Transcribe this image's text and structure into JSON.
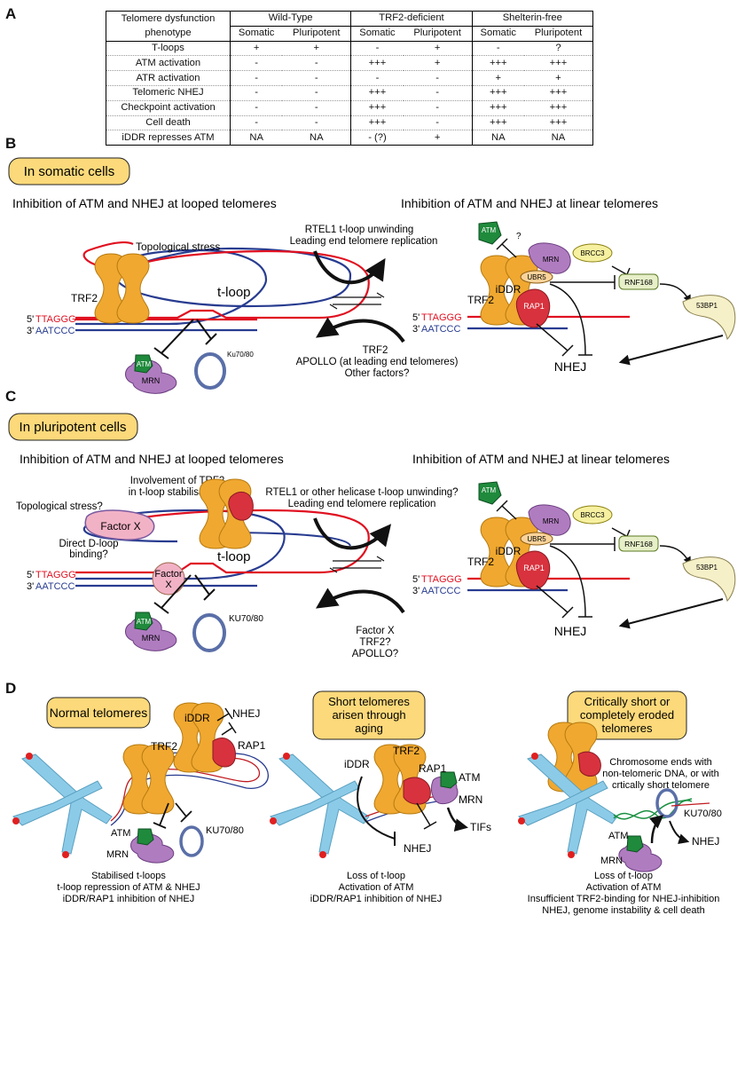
{
  "panels": {
    "A": "A",
    "B": "B",
    "C": "C",
    "D": "D"
  },
  "table": {
    "header_label": [
      "Telomere dysfunction",
      "phenotype"
    ],
    "groups": [
      "Wild-Type",
      "TRF2-deficient",
      "Shelterin-free"
    ],
    "subheaders": [
      "Somatic",
      "Pluripotent",
      "Somatic",
      "Pluripotent",
      "Somatic",
      "Pluripotent"
    ],
    "rows": [
      {
        "label": "T-loops",
        "cells": [
          "+",
          "+",
          "-",
          "+",
          "-",
          "?"
        ]
      },
      {
        "label": "ATM activation",
        "cells": [
          "-",
          "-",
          "+++",
          "+",
          "+++",
          "+++"
        ]
      },
      {
        "label": "ATR activation",
        "cells": [
          "-",
          "-",
          "-",
          "-",
          "+",
          "+"
        ]
      },
      {
        "label": "Telomeric NHEJ",
        "cells": [
          "-",
          "-",
          "+++",
          "-",
          "+++",
          "+++"
        ]
      },
      {
        "label": "Checkpoint activation",
        "cells": [
          "-",
          "-",
          "+++",
          "-",
          "+++",
          "+++"
        ]
      },
      {
        "label": "Cell death",
        "cells": [
          "-",
          "-",
          "+++",
          "-",
          "+++",
          "+++"
        ]
      },
      {
        "label": "iDDR represses ATM",
        "cells": [
          "NA",
          "NA",
          "- (?)",
          "+",
          "NA",
          "NA"
        ]
      }
    ]
  },
  "panelB": {
    "box": "In somatic cells",
    "left_title": "Inhibition of ATM and NHEJ at looped telomeres",
    "right_title": "Inhibition of ATM and NHEJ at linear telomeres",
    "topo": "Topological stress",
    "trf2": "TRF2",
    "tloop": "t-loop",
    "five": "5'",
    "three": "3'",
    "g_strand": "TTAGGG",
    "c_strand": "AATCCC",
    "atm": "ATM",
    "mrn": "MRN",
    "ku": "Ku70/80",
    "arrow_top": [
      "RTEL1 t-loop unwinding",
      "Leading end telomere replication"
    ],
    "arrow_bottom": [
      "TRF2",
      "APOLLO (at leading end telomeres)",
      "Other factors?"
    ],
    "q": "?",
    "brcc3": "BRCC3",
    "iddr": "iDDR",
    "ubr5": "UBR5",
    "rnf168": "RNF168",
    "bp53": "53BP1",
    "rap1": "RAP1",
    "nhej": "NHEJ"
  },
  "panelC": {
    "box": "In pluripotent cells",
    "left_title": "Inhibition of ATM and NHEJ at looped telomeres",
    "right_title": "Inhibition of ATM and NHEJ at linear telomeres",
    "involvement": [
      "Involvement of TRF2",
      "in t-loop stabilisation?"
    ],
    "topo": "Topological stress?",
    "factorx": "Factor X",
    "direct": [
      "Direct D-loop",
      "binding?"
    ],
    "factor": "Factor",
    "x": "X",
    "tloop": "t-loop",
    "ku": "KU70/80",
    "arrow_top": [
      "RTEL1 or other helicase t-loop unwinding?",
      "Leading end telomere replication"
    ],
    "arrow_bottom": [
      "Factor X",
      "TRF2?",
      "APOLLO?"
    ]
  },
  "panelD": {
    "box1": "Normal telomeres",
    "box2": [
      "Short telomeres",
      "arisen through",
      "aging"
    ],
    "box3": [
      "Critically short or",
      "completely eroded",
      "telomeres"
    ],
    "ku": "KU70/80",
    "tifs": "TIFs",
    "chromo_note": [
      "Chromosome ends with",
      "non-telomeric DNA, or with",
      "crtically short telomere"
    ],
    "caption1": [
      "Stabilised t-loops",
      "t-loop repression of ATM & NHEJ",
      "iDDR/RAP1 inhibition of NHEJ"
    ],
    "caption2": [
      "Loss of t-loop",
      "Activation of ATM",
      "iDDR/RAP1 inhibition of NHEJ"
    ],
    "caption3": [
      "Loss of t-loop",
      "Activation of ATM",
      "Insufficient TRF2-binding for NHEJ-inhibition",
      "NHEJ, genome instability & cell death"
    ]
  },
  "colors": {
    "trf2": "#f0a830",
    "atm": "#1f8a3c",
    "mrn": "#b07cc0",
    "ku": "#5a6fa8",
    "rap1": "#d8323e",
    "g_strand": "#e01020",
    "c_strand": "#283c90",
    "box": "#fcd97a",
    "chromosome": "#8ccbe8"
  }
}
